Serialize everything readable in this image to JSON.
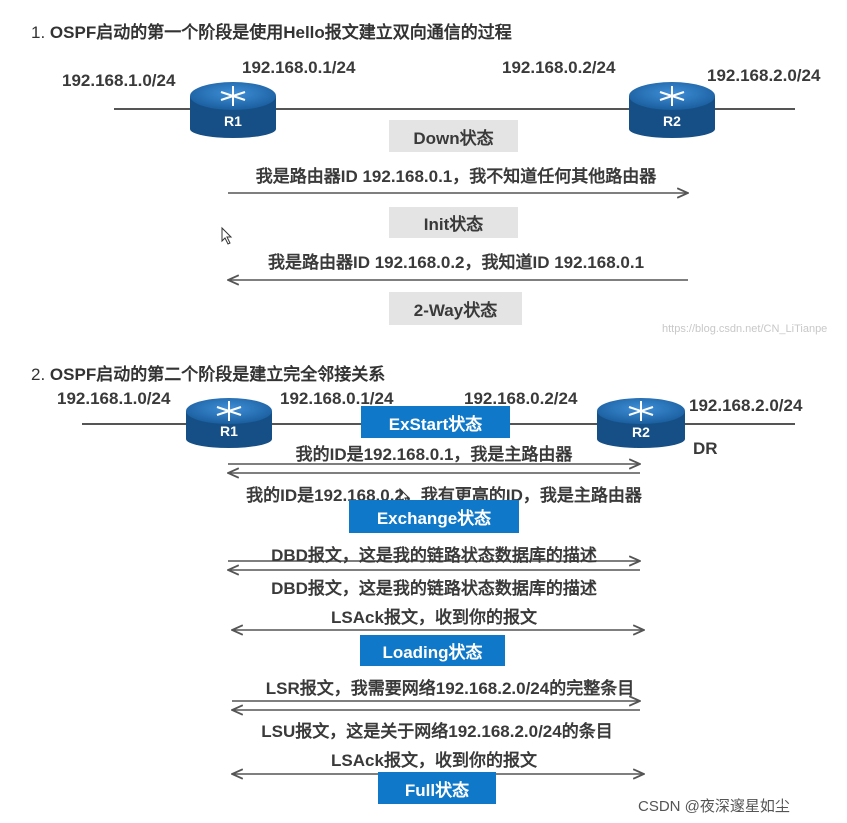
{
  "section1": {
    "heading_num": "1.",
    "heading": "OSPF启动的第一个阶段是使用Hello报文建立双向通信的过程",
    "ip_left": "192.168.1.0/24",
    "ip_r1": "192.168.0.1/24",
    "ip_r2": "192.168.0.2/24",
    "ip_right": "192.168.2.0/24",
    "r1": "R1",
    "r2": "R2",
    "states": [
      "Down状态",
      "Init状态",
      "2-Way状态"
    ],
    "messages": [
      "我是路由器ID 192.168.0.1，我不知道任何其他路由器",
      "我是路由器ID 192.168.0.2，我知道ID 192.168.0.1"
    ],
    "watermark": "https://blog.csdn.net/CN_LiTianpe"
  },
  "section2": {
    "heading_num": "2.",
    "heading": "OSPF启动的第二个阶段是建立完全邻接关系",
    "ip_left": "192.168.1.0/24",
    "ip_r1": "192.168.0.1/24",
    "ip_r2": "192.168.0.2/24",
    "ip_right": "192.168.2.0/24",
    "r1": "R1",
    "r2": "R2",
    "dr": "DR",
    "states": [
      "ExStart状态",
      "Exchange状态",
      "Loading状态",
      "Full状态"
    ],
    "messages": [
      "我的ID是192.168.0.1，我是主路由器",
      "我的ID是192.168.0.2，我有更高的ID，我是主路由器",
      "DBD报文，这是我的链路状态数据库的描述",
      "DBD报文，这是我的链路状态数据库的描述",
      "LSAck报文，收到你的报文",
      "LSR报文，我需要网络192.168.2.0/24的完整条目",
      "LSU报文，这是关于网络192.168.2.0/24的条目",
      "LSAck报文，收到你的报文"
    ]
  },
  "footer": "CSDN @夜深邃星如尘",
  "colors": {
    "router_blue": "#1e6fb8",
    "state_blue": "#1078c8",
    "state_grey": "#e4e4e4",
    "line": "#555555"
  }
}
